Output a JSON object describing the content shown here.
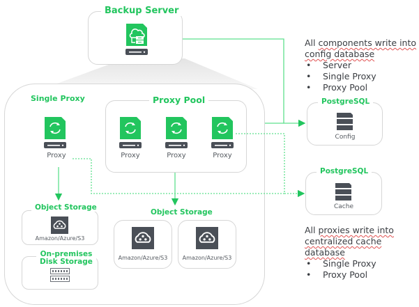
{
  "backup_server": {
    "title": "Backup Server",
    "icon": "cloud-server-icon"
  },
  "single_proxy": {
    "title": "Single Proxy",
    "proxy_label": "Proxy"
  },
  "proxy_pool": {
    "title": "Proxy Pool",
    "proxies": [
      {
        "label": "Proxy"
      },
      {
        "label": "Proxy"
      },
      {
        "label": "Proxy"
      }
    ]
  },
  "left_storage": {
    "object_storage": {
      "title": "Object Storage",
      "label": "Amazon/Azure/S3"
    },
    "disk_storage": {
      "title_line1": "On-premises",
      "title_line2": "Disk Storage"
    }
  },
  "pool_storage": {
    "title": "Object Storage",
    "items": [
      {
        "label": "Amazon/Azure/S3"
      },
      {
        "label": "Amazon/Azure/S3"
      }
    ]
  },
  "config_db": {
    "title": "PostgreSQL",
    "label": "Config"
  },
  "cache_db": {
    "title": "PostgreSQL",
    "label": "Cache"
  },
  "note_config": {
    "line1_a": "All ",
    "line1_b": "components write into",
    "line2": "config database",
    "bullets": [
      "Server",
      "Single Proxy",
      "Proxy Pool"
    ],
    "bullet_char": "•"
  },
  "note_cache": {
    "line1_a": "All ",
    "line1_b": "proxies write into",
    "line2": "centralized cache database",
    "bullets": [
      "Single Proxy",
      "Proxy Pool"
    ],
    "bullet_char": "•"
  },
  "colors": {
    "accent": "#22c55e",
    "line": "#5ee08d",
    "icon_dark": "#4a4f57",
    "border": "#d6d6d6"
  }
}
